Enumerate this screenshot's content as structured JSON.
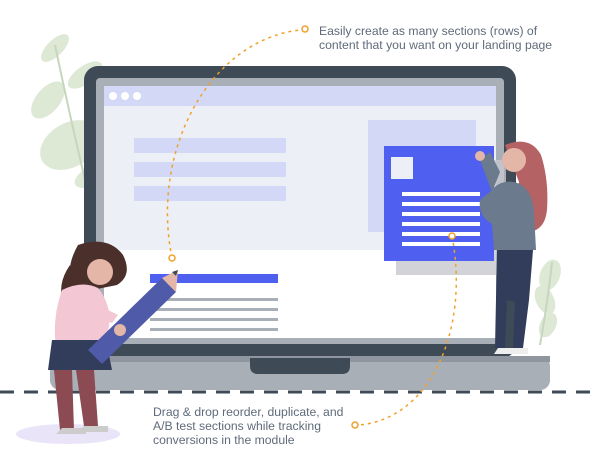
{
  "callouts": {
    "top": {
      "line1": "Easily create as many sections (rows) of",
      "line2": "content that you want on your landing page"
    },
    "bottom": {
      "line1": "Drag & drop reorder, duplicate, and",
      "line2": "A/B test sections while tracking",
      "line3": "conversions in the module"
    }
  },
  "colors": {
    "laptop_frame": "#3f4a57",
    "laptop_body": "#a9afb7",
    "screen_bg": "#eceff5",
    "placeholder_light": "#d3d8f7",
    "accent_blue": "#4f5ff0",
    "orange_dash": "#f0a12a",
    "plant": "#dde8d5",
    "pink_shirt": "#f4c7d4",
    "hair": "#4b2f2a",
    "auburn_hair": "#b56265",
    "navy": "#323d5c"
  }
}
